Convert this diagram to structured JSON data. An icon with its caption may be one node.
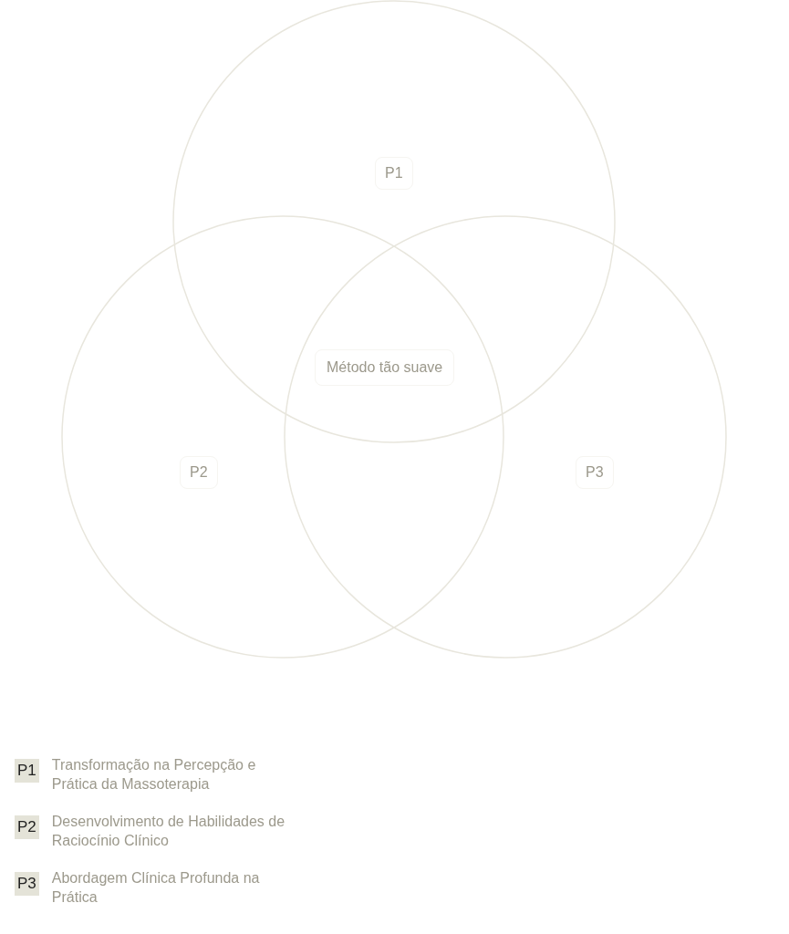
{
  "diagram": {
    "nodes": [
      {
        "text": [
          "P1"
        ]
      },
      {
        "text": [
          "P2"
        ]
      },
      {
        "text": [
          "P3"
        ]
      },
      {
        "text": [
          "Método tão suave"
        ]
      }
    ],
    "labels": [
      "P1",
      "P2",
      "P3"
    ],
    "legend": [
      {
        "text": "Transformação na Percepção e Prática da Massoterapia",
        "color": "#e4e3d8"
      },
      {
        "text": "Desenvolvimento de Habilidades de Raciocínio Clínico",
        "color": "#e4e3d8"
      },
      {
        "text": "Abordagem Clínica Profunda na Prática",
        "color": "#e4e3d8"
      }
    ]
  }
}
